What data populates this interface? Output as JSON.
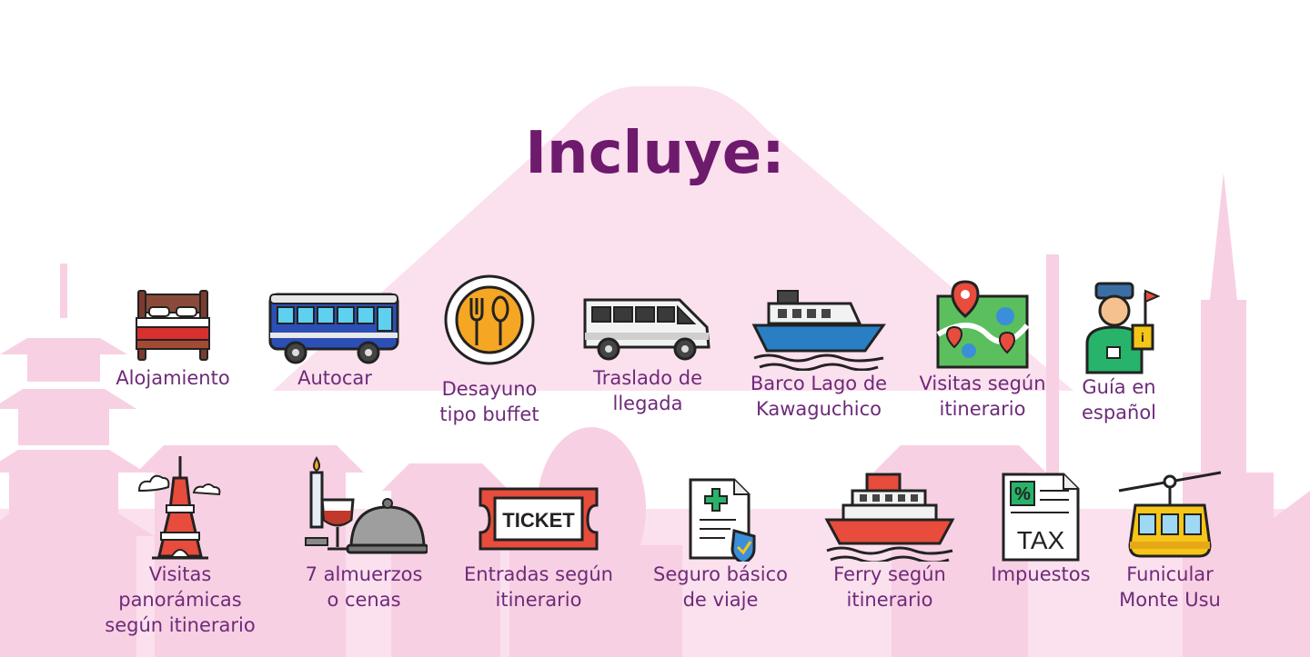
{
  "title": "Incluye:",
  "colors": {
    "title": "#6e1a6d",
    "label": "#6e2a7a",
    "silhouette": "#f9d4e6"
  },
  "row1": [
    {
      "icon": "bed-icon",
      "label": "Alojamiento"
    },
    {
      "icon": "bus-icon",
      "label": "Autocar"
    },
    {
      "icon": "plate-cutlery-icon",
      "label": "Desayuno\ntipo buffet"
    },
    {
      "icon": "van-icon",
      "label": "Traslado de\nllegada"
    },
    {
      "icon": "boat-icon",
      "label": "Barco Lago de\nKawaguchico"
    },
    {
      "icon": "map-pins-icon",
      "label": "Visitas según\nitinerario"
    },
    {
      "icon": "tour-guide-icon",
      "label": "Guía en\nespañol"
    }
  ],
  "row2": [
    {
      "icon": "tokyo-tower-icon",
      "label": "Visitas panorámicas\nsegún itinerario"
    },
    {
      "icon": "dinner-cloche-icon",
      "label": "7 almuerzos\no cenas"
    },
    {
      "icon": "ticket-icon",
      "label": "Entradas según\nitinerario"
    },
    {
      "icon": "insurance-document-icon",
      "label": "Seguro básico\nde viaje"
    },
    {
      "icon": "ferry-icon",
      "label": "Ferry según\nitinerario"
    },
    {
      "icon": "tax-document-icon",
      "label": "Impuestos"
    },
    {
      "icon": "cable-car-icon",
      "label": "Funicular\nMonte Usu"
    }
  ],
  "ticket_text": "TICKET",
  "tax_text": "TAX",
  "percent_text": "%"
}
